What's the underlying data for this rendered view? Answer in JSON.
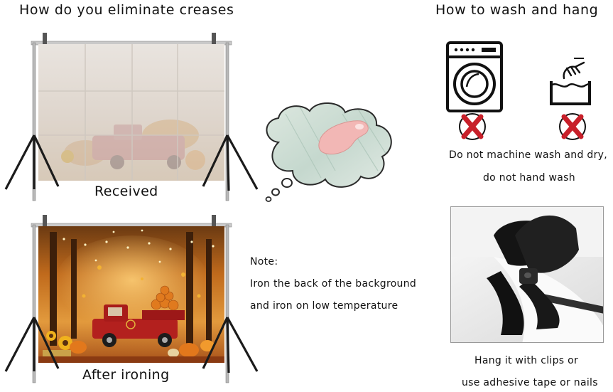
{
  "headings": {
    "creases": "How do you eliminate creases",
    "wash": "How to wash and hang"
  },
  "captions": {
    "received": "Received",
    "after": "After ironing"
  },
  "note": {
    "title": "Note:",
    "line1": "Iron the back of the background",
    "line2": "and iron on low temperature"
  },
  "wash_text": {
    "line1": "Do not machine wash and dry,",
    "line2": "do not hand wash"
  },
  "hang_text": {
    "line1": "Hang it with clips or",
    "line2": "use adhesive tape or nails"
  },
  "colors": {
    "prohibited_red": "#c8202a",
    "autumn_orange": "#d9801f",
    "truck_red": "#b3201e"
  },
  "icons": [
    "washing-machine-icon",
    "hand-wash-basin-icon",
    "prohibited-x-icon",
    "iron-thought-cloud-icon",
    "backdrop-clip-icon"
  ]
}
